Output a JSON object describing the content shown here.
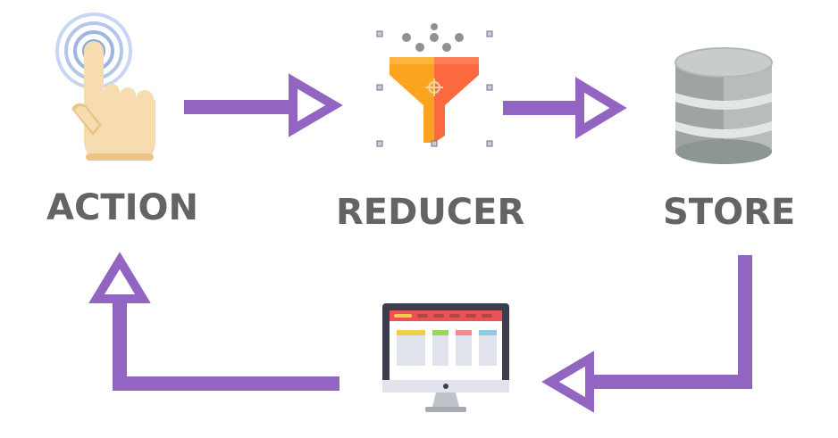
{
  "diagram": {
    "nodes": {
      "action": {
        "label": "ACTION",
        "icon": "touch-hand-icon"
      },
      "reducer": {
        "label": "REDUCER",
        "icon": "funnel-icon"
      },
      "store": {
        "label": "STORE",
        "icon": "database-icon"
      },
      "view": {
        "label": "",
        "icon": "monitor-ui-icon"
      }
    },
    "edges": [
      {
        "from": "action",
        "to": "reducer"
      },
      {
        "from": "reducer",
        "to": "store"
      },
      {
        "from": "store",
        "to": "view"
      },
      {
        "from": "view",
        "to": "action"
      }
    ],
    "colors": {
      "arrow": "#9265c2",
      "label": "#646464",
      "skin": "#f6dcae",
      "skin_shade": "#ecc48a",
      "ripple": "#a9bfe8",
      "funnel_left": "#fca31f",
      "funnel_right": "#fb6a3f",
      "db_light": "#b8bcbb",
      "db_dark": "#8e9595",
      "db_band": "#e3e6e6",
      "monitor_frame": "#3c3f4b",
      "monitor_bar": "#ea5353",
      "monitor_stand": "#bfc3c9",
      "card_yellow": "#f3cc4a",
      "card_green": "#99d65a",
      "card_pink": "#f08b8f",
      "card_blue": "#8fcbe8"
    }
  }
}
